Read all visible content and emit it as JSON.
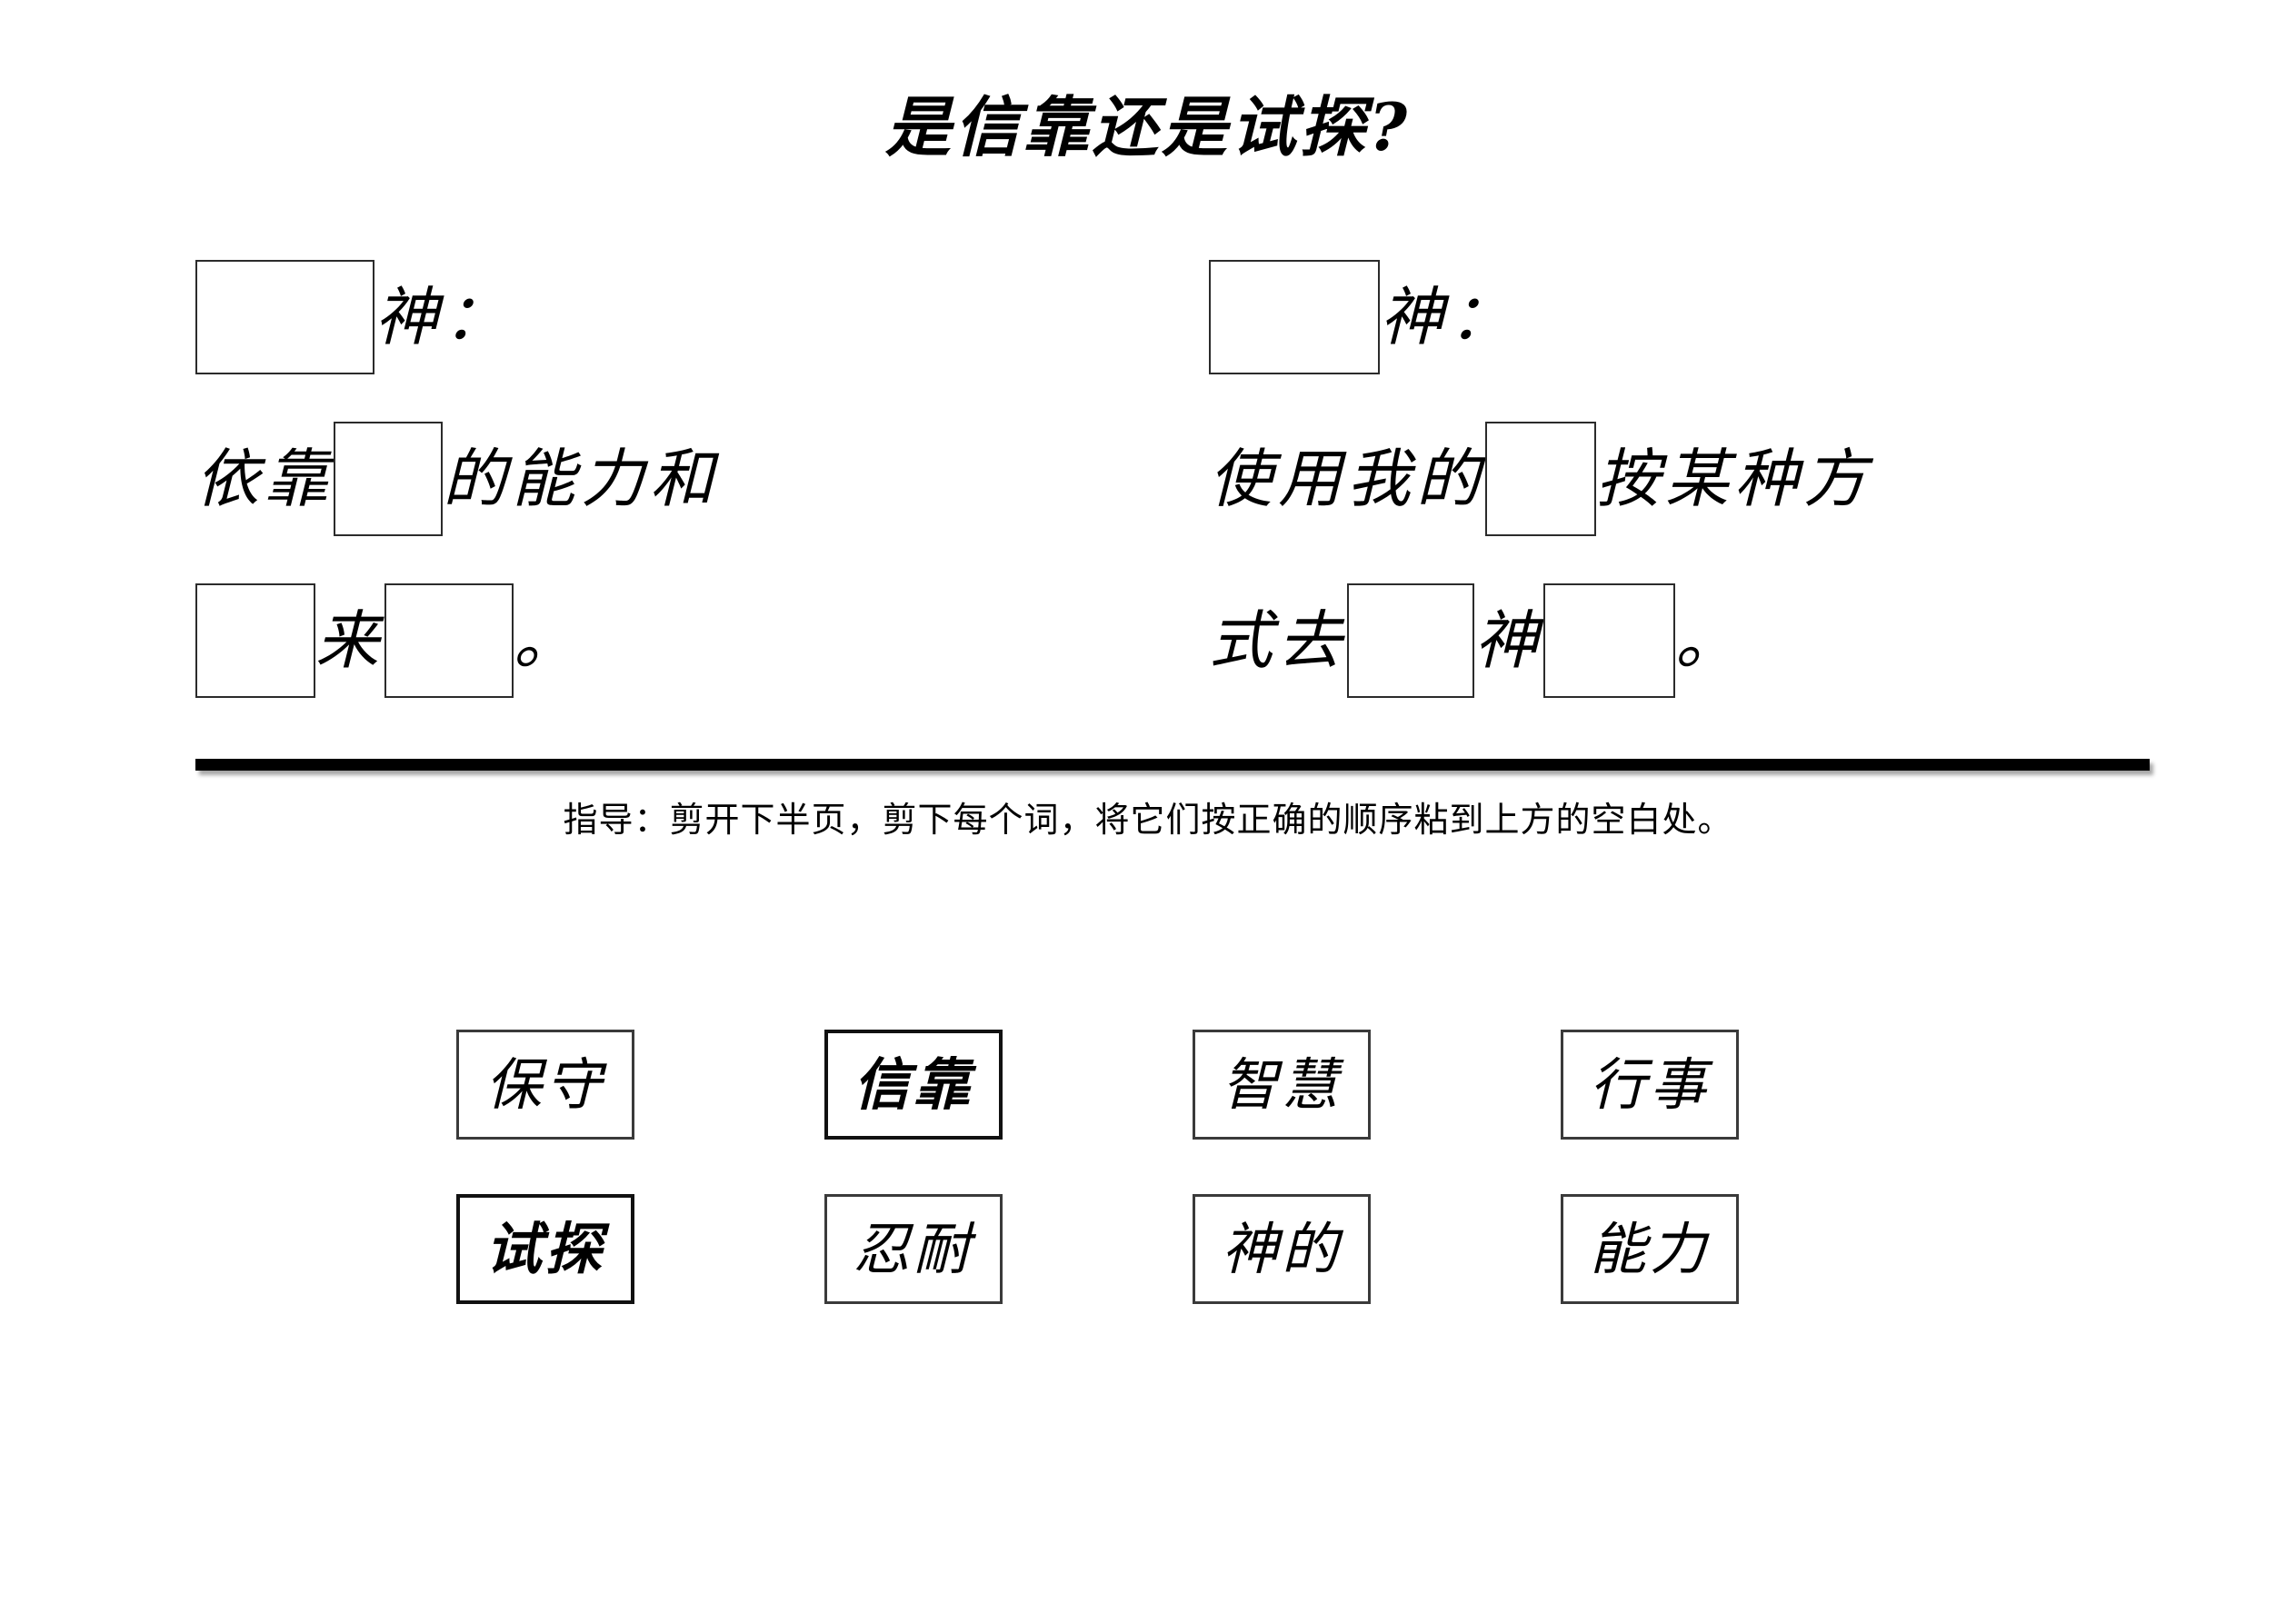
{
  "page": {
    "title": "是信靠还是试探?",
    "background_color": "#ffffff",
    "ink_color": "#000000"
  },
  "fill_area": {
    "left_column": {
      "lines": [
        {
          "segments": [
            {
              "type": "blank",
              "width": 197
            },
            {
              "type": "text",
              "value": "神："
            }
          ]
        },
        {
          "segments": [
            {
              "type": "text",
              "value": "依靠"
            },
            {
              "type": "blank",
              "width": 120
            },
            {
              "type": "text",
              "value": "的能力和"
            }
          ]
        },
        {
          "segments": [
            {
              "type": "blank",
              "width": 130
            },
            {
              "type": "text",
              "value": "来"
            },
            {
              "type": "blank",
              "width": 140
            },
            {
              "type": "text",
              "value": "。"
            }
          ]
        }
      ],
      "line1_text": "神：",
      "line2_prefix": "依靠",
      "line2_suffix": "的能力和",
      "line3_middle": "来",
      "line3_period": "。"
    },
    "right_column": {
      "lines": [
        {
          "segments": [
            {
              "type": "blank",
              "width": 188
            },
            {
              "type": "text",
              "value": "神："
            }
          ]
        },
        {
          "segments": [
            {
              "type": "text",
              "value": "使用我的"
            },
            {
              "type": "blank",
              "width": 120
            },
            {
              "type": "text",
              "value": "按某种方"
            }
          ]
        },
        {
          "segments": [
            {
              "type": "text",
              "value": "式去"
            },
            {
              "type": "blank",
              "width": 130
            },
            {
              "type": "text",
              "value": "神"
            },
            {
              "type": "blank",
              "width": 140
            },
            {
              "type": "text",
              "value": "。"
            }
          ]
        }
      ],
      "line1_text": "神：",
      "line2_prefix": "使用我的",
      "line2_suffix": "按某种方",
      "line3_prefix": "式去",
      "line3_middle": "神",
      "line3_period": "。"
    }
  },
  "divider": {
    "name": "cut-line"
  },
  "instruction": {
    "text": "指导：剪开下半页，剪下每个词，将它们按正确的顺序粘到上方的空白处。"
  },
  "cards": {
    "rows": [
      [
        {
          "label": "保守",
          "emphasis": false
        },
        {
          "label": "信靠",
          "emphasis": true
        },
        {
          "label": "智慧",
          "emphasis": false
        },
        {
          "label": "行事",
          "emphasis": false
        }
      ],
      [
        {
          "label": "试探",
          "emphasis": true
        },
        {
          "label": "忍耐",
          "emphasis": false
        },
        {
          "label": "神的",
          "emphasis": false
        },
        {
          "label": "能力",
          "emphasis": false
        }
      ]
    ]
  }
}
